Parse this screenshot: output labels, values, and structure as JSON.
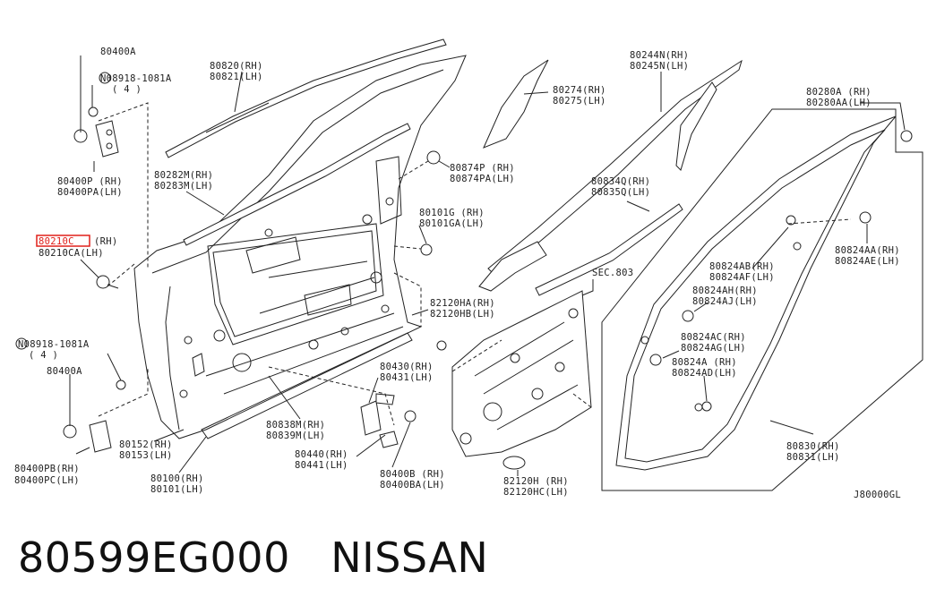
{
  "diagram": {
    "labels": {
      "p80400a_top": "80400A",
      "bolt_top_a": "N08918-1081A",
      "bolt_top_b": "( 4 )",
      "p80400p_a": "80400P (RH)",
      "p80400p_b": "80400PA(LH)",
      "p80210c_a": "80210C",
      "p80210c_rh": "(RH)",
      "p80210c_b": "80210CA(LH)",
      "bolt_bot_a": "N08918-1081A",
      "bolt_bot_b": "( 4 )",
      "p80400a_bot": "80400A",
      "p80400pb_a": "80400PB(RH)",
      "p80400pb_b": "80400PC(LH)",
      "p80820_a": "80820(RH)",
      "p80820_b": "80821(LH)",
      "p80282_a": "80282M(RH)",
      "p80282_b": "80283M(LH)",
      "p80152_a": "80152(RH)",
      "p80152_b": "80153(LH)",
      "p80100_a": "80100(RH)",
      "p80100_b": "80101(LH)",
      "p80838_a": "80838M(RH)",
      "p80838_b": "80839M(LH)",
      "p80440_a": "80440(RH)",
      "p80440_b": "80441(LH)",
      "p80430_a": "80430(RH)",
      "p80430_b": "80431(LH)",
      "p80400b_a": "80400B (RH)",
      "p80400b_b": "80400BA(LH)",
      "p80874_a": "80874P (RH)",
      "p80874_b": "80874PA(LH)",
      "p80101g_a": "80101G (RH)",
      "p80101g_b": "80101GA(LH)",
      "p80274_a": "80274(RH)",
      "p80274_b": "80275(LH)",
      "p80244_a": "80244N(RH)",
      "p80244_b": "80245N(LH)",
      "p80834_a": "80834Q(RH)",
      "p80834_b": "80835Q(LH)",
      "sec803": "SEC.803",
      "p82120ha_a": "82120HA(RH)",
      "p82120ha_b": "82120HB(LH)",
      "p82120h_a": "82120H (RH)",
      "p82120h_b": "82120HC(LH)",
      "p80280_a": "80280A (RH)",
      "p80280_b": "80280AA(LH)",
      "p80824aa_a": "80824AA(RH)",
      "p80824aa_b": "80824AE(LH)",
      "p80824ab_a": "80824AB(RH)",
      "p80824ab_b": "80824AF(LH)",
      "p80824ah_a": "80824AH(RH)",
      "p80824ah_b": "80824AJ(LH)",
      "p80824ac_a": "80824AC(RH)",
      "p80824ac_b": "80824AG(LH)",
      "p80824a_a": "80824A (RH)",
      "p80824a_b": "80824AD(LH)",
      "p80830_a": "80830(RH)",
      "p80830_b": "80831(LH)",
      "drawing_code": "J80000GL"
    },
    "highlight_color": "#e0201a"
  },
  "caption": {
    "part_number": "80599EG000",
    "brand": "NISSAN"
  }
}
